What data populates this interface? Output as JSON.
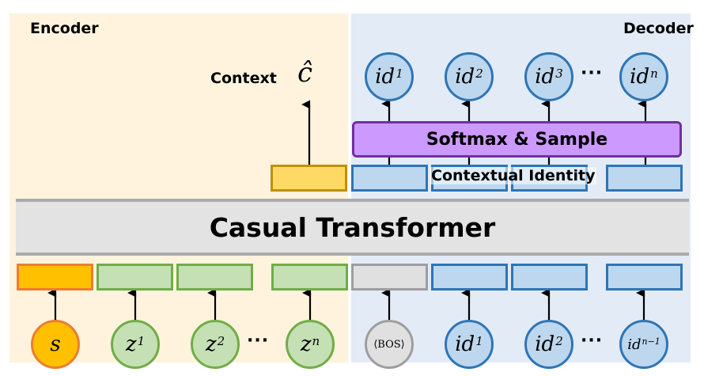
{
  "encoder": {
    "title": "Encoder",
    "context_label": "Context",
    "context_symbol": "ĉ",
    "inputs": [
      {
        "symbol": "s",
        "sup": "",
        "kind": "s"
      },
      {
        "symbol": "z",
        "sup": "1",
        "kind": "z"
      },
      {
        "symbol": "z",
        "sup": "2",
        "kind": "z"
      },
      {
        "symbol": "z",
        "sup": "n",
        "kind": "z"
      }
    ],
    "ellipsis": "···"
  },
  "decoder": {
    "title": "Decoder",
    "softmax_label": "Softmax & Sample",
    "contextual_identity_label": "Contextual Identity",
    "inputs": [
      {
        "symbol": "⟨BOS⟩",
        "sup": "",
        "kind": "bos"
      },
      {
        "symbol": "id",
        "sup": "1",
        "kind": "id"
      },
      {
        "symbol": "id",
        "sup": "2",
        "kind": "id"
      },
      {
        "symbol": "id",
        "sup": "n−1",
        "kind": "id"
      }
    ],
    "outputs": [
      {
        "symbol": "id",
        "sup": "1"
      },
      {
        "symbol": "id",
        "sup": "2"
      },
      {
        "symbol": "id",
        "sup": "3"
      },
      {
        "symbol": "id",
        "sup": "n"
      }
    ],
    "ellipsis": "···"
  },
  "transformer": {
    "label": "Casual Transformer"
  },
  "colors": {
    "encoder_bg": "#FFF3DE",
    "decoder_bg": "#E3EBF7",
    "transformer_bg": "#E3E3E3",
    "s_fill": "#FFC000",
    "s_stroke": "#ED7D31",
    "z_fill": "#C5E0B4",
    "z_stroke": "#70AD47",
    "id_fill": "#BDD7EE",
    "id_stroke": "#2E75B6",
    "bos_fill": "#E0E0E0",
    "context_fill": "#FFD966",
    "softmax_fill": "#CC99FF",
    "softmax_stroke": "#7030A0"
  }
}
